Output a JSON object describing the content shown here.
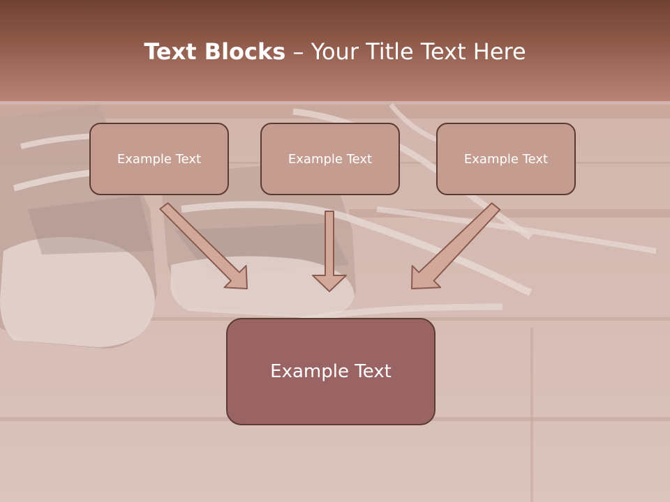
{
  "title": {
    "bold": "Text Blocks",
    "separator": " – ",
    "rest": "Your Title Text Here"
  },
  "boxes": {
    "top": [
      "Example Text",
      "Example Text",
      "Example Text"
    ],
    "bottom": "Example Text"
  },
  "colors": {
    "header_top": "#6f4131",
    "header_bottom": "#b98476",
    "box_fill": "#c49d90",
    "box_border": "#5b3a32",
    "big_box_fill": "#9a6465",
    "arrow_fill": "#d2a89a",
    "arrow_border": "#8a5a4e"
  }
}
